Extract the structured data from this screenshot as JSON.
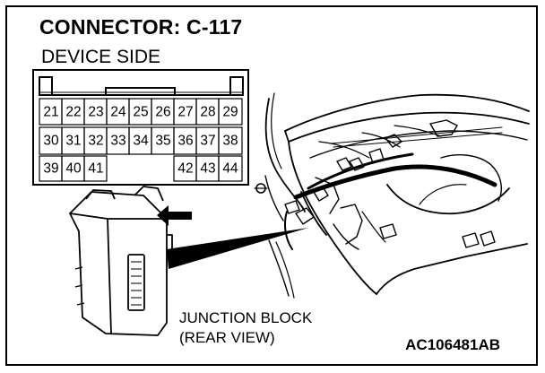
{
  "title": "CONNECTOR: C-117",
  "subtitle": "DEVICE SIDE",
  "connector": {
    "rows": [
      [
        "21",
        "22",
        "23",
        "24",
        "25",
        "26",
        "27",
        "28",
        "29"
      ],
      [
        "30",
        "31",
        "32",
        "33",
        "34",
        "35",
        "36",
        "37",
        "38"
      ],
      [
        "39",
        "40",
        "41",
        "",
        "",
        "",
        "42",
        "43",
        "44"
      ]
    ]
  },
  "caption": {
    "line1": "JUNCTION BLOCK",
    "line2": "(REAR VIEW)"
  },
  "figure_code": "AC106481AB"
}
